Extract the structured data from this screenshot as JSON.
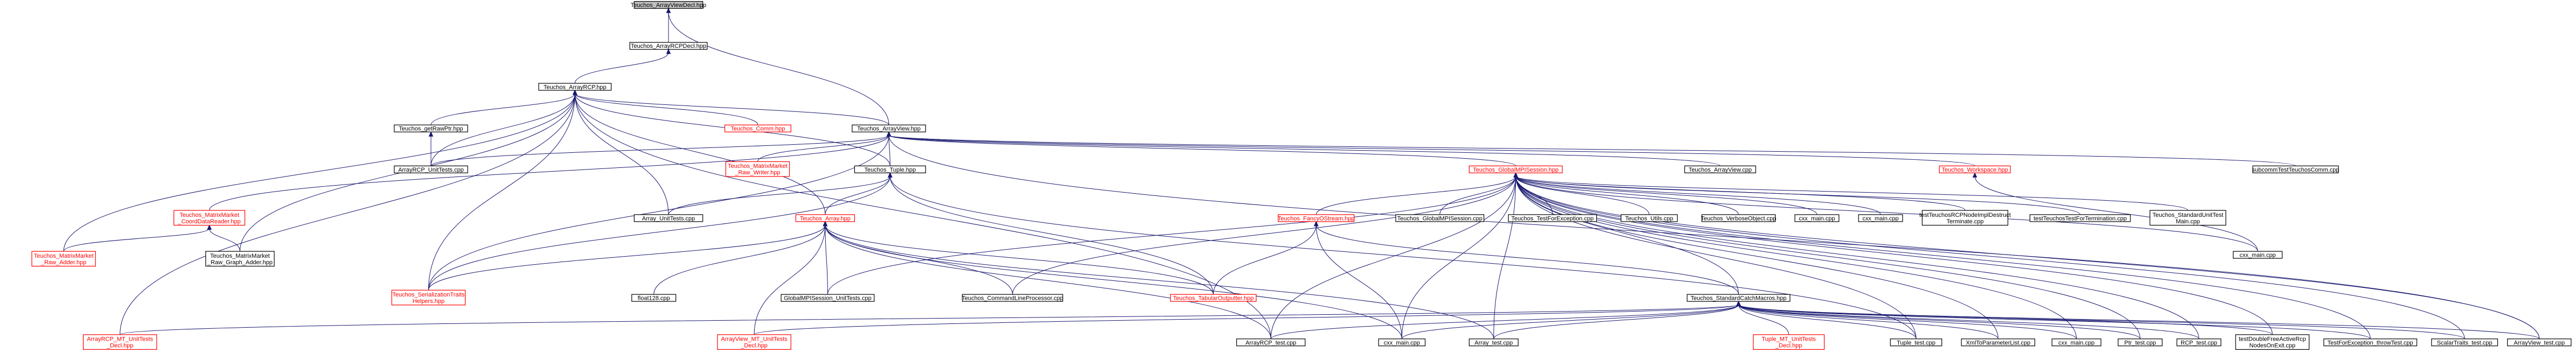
{
  "nodes": [
    {
      "id": "arrayviewdecl",
      "label": [
        "Teuchos_ArrayViewDecl.hpp"
      ],
      "root": true
    },
    {
      "id": "arrayrcpdecl",
      "label": [
        "Teuchos_ArrayRCPDecl.hpp"
      ]
    },
    {
      "id": "arrayrcp",
      "label": [
        "Teuchos_ArrayRCP.hpp"
      ]
    },
    {
      "id": "getrawptr",
      "label": [
        "Teuchos_getRawPtr.hpp"
      ]
    },
    {
      "id": "comm",
      "label": [
        "Teuchos_Comm.hpp"
      ],
      "red": true
    },
    {
      "id": "arrayview",
      "label": [
        "Teuchos_ArrayView.hpp"
      ]
    },
    {
      "id": "arrayrcp_unittests",
      "label": [
        "ArrayRCP_UnitTests.cpp"
      ]
    },
    {
      "id": "mm_rawwriter",
      "label": [
        "Teuchos_MatrixMarket",
        "_Raw_Writer.hpp"
      ],
      "red": true
    },
    {
      "id": "tuple",
      "label": [
        "Teuchos_Tuple.hpp"
      ]
    },
    {
      "id": "mm_coorddatareader",
      "label": [
        "Teuchos_MatrixMarket",
        "_CoordDataReader.hpp"
      ],
      "red": true
    },
    {
      "id": "array_unittests",
      "label": [
        "Array_UnitTests.cpp"
      ]
    },
    {
      "id": "array",
      "label": [
        "Teuchos_Array.hpp"
      ],
      "red": true
    },
    {
      "id": "mm_rawadder",
      "label": [
        "Teuchos_MatrixMarket",
        "_Raw_Adder.hpp"
      ],
      "red": true
    },
    {
      "id": "mm_rawgraphadder",
      "label": [
        "Teuchos_MatrixMarket",
        "_Raw_Graph_Adder.hpp"
      ]
    },
    {
      "id": "serializationtraits",
      "label": [
        "Teuchos_SerializationTraits",
        "Helpers.hpp"
      ],
      "red": true
    },
    {
      "id": "float128",
      "label": [
        "float128.cpp"
      ]
    },
    {
      "id": "globalmpisession_unittests",
      "label": [
        "GlobalMPISession_UnitTests.cpp"
      ]
    },
    {
      "id": "commandlineprocessor",
      "label": [
        "Teuchos_CommandLineProcessor.cpp"
      ]
    },
    {
      "id": "tabularoutputter",
      "label": [
        "Teuchos_TabularOutputter.hpp"
      ],
      "red": true
    },
    {
      "id": "fancyostream",
      "label": [
        "Teuchos_FancyOStream.hpp"
      ],
      "red": true
    },
    {
      "id": "globalmpisession_hpp",
      "label": [
        "Teuchos_GlobalMPISession.hpp"
      ],
      "red": true
    },
    {
      "id": "arrayview_cpp",
      "label": [
        "Teuchos_ArrayView.cpp"
      ]
    },
    {
      "id": "workspace",
      "label": [
        "Teuchos_Workspace.hpp"
      ],
      "red": true
    },
    {
      "id": "subcommtest",
      "label": [
        "subcommTestTeuchosComm.cpp"
      ]
    },
    {
      "id": "globalmpisession_cpp",
      "label": [
        "Teuchos_GlobalMPISession.cpp"
      ]
    },
    {
      "id": "testforexception_cpp",
      "label": [
        "Teuchos_TestForException.cpp"
      ]
    },
    {
      "id": "utils_cpp",
      "label": [
        "Teuchos_Utils.cpp"
      ]
    },
    {
      "id": "verboseobject_cpp",
      "label": [
        "Teuchos_VerboseObject.cpp"
      ]
    },
    {
      "id": "cxx_main_a",
      "label": [
        "cxx_main.cpp"
      ]
    },
    {
      "id": "cxx_main_b",
      "label": [
        "cxx_main.cpp"
      ]
    },
    {
      "id": "testrcpnode",
      "label": [
        "testTeuchosRCPNodeImplDestruct",
        "Terminate.cpp"
      ]
    },
    {
      "id": "testfortermination",
      "label": [
        "testTeuchosTestForTermination.cpp"
      ]
    },
    {
      "id": "standardunittestmain",
      "label": [
        "Teuchos_StandardUnitTest",
        "Main.cpp"
      ]
    },
    {
      "id": "cxx_main_c",
      "label": [
        "cxx_main.cpp"
      ]
    },
    {
      "id": "standardcatchmacros",
      "label": [
        "Teuchos_StandardCatchMacros.hpp"
      ]
    },
    {
      "id": "arrayrcp_mt_unittests",
      "label": [
        "ArrayRCP_MT_UnitTests",
        "_Decl.hpp"
      ],
      "red": true
    },
    {
      "id": "arrayview_mt_unittests",
      "label": [
        "ArrayView_MT_UnitTests",
        "_Decl.hpp"
      ],
      "red": true
    },
    {
      "id": "arrayrcp_test",
      "label": [
        "ArrayRCP_test.cpp"
      ]
    },
    {
      "id": "cxx_main_d",
      "label": [
        "cxx_main.cpp"
      ]
    },
    {
      "id": "array_test",
      "label": [
        "Array_test.cpp"
      ]
    },
    {
      "id": "tuple_mt_unittests",
      "label": [
        "Tuple_MT_UnitTests",
        "_Decl.hpp"
      ],
      "red": true
    },
    {
      "id": "tuple_test",
      "label": [
        "Tuple_test.cpp"
      ]
    },
    {
      "id": "xmltoparameterlist",
      "label": [
        "XmlToParameterList.cpp"
      ]
    },
    {
      "id": "cxx_main_e",
      "label": [
        "cxx_main.cpp"
      ]
    },
    {
      "id": "ptr_test",
      "label": [
        "Ptr_test.cpp"
      ]
    },
    {
      "id": "rcp_test",
      "label": [
        "RCP_test.cpp"
      ]
    },
    {
      "id": "testdoublefree",
      "label": [
        "testDoubleFreeActiveRcp",
        "NodesOnExit.cpp"
      ]
    },
    {
      "id": "testforexception_throwtest",
      "label": [
        "TestForException_throwTest.cpp"
      ]
    },
    {
      "id": "scalartraits_test",
      "label": [
        "ScalarTraits_test.cpp"
      ]
    },
    {
      "id": "arrayview_test",
      "label": [
        "ArrayView_test.cpp"
      ]
    }
  ]
}
